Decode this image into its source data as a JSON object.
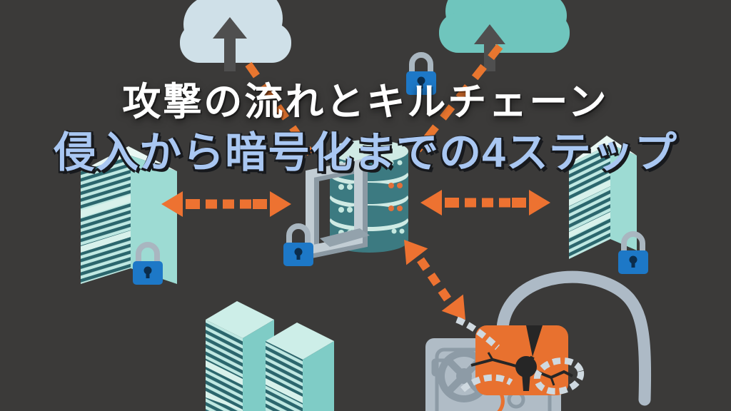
{
  "title": {
    "line1": "攻撃の流れとキルチェーン",
    "line2": "侵入から暗号化までの4ステップ",
    "line1_color": "#ffffff",
    "line2_color": "#a9c7f2"
  },
  "scene": {
    "background_color": "#3b3a39",
    "accent_orange": "#ed7231",
    "server_teal_dark": "#2b666d",
    "server_teal_light": "#bfe8e2",
    "cloud_left_color": "#cfe0e8",
    "cloud_right_color": "#6fc5bd",
    "lock_blue": "#1d78c7",
    "lock_shackle_gray": "#a9b6c0",
    "database_band_color": "#3c7a81",
    "database_separator_color": "#cfeae4",
    "safe_gray": "#b0bcc6",
    "broken_lock_orange": "#e8712f",
    "chain_gray": "#cfd9e0",
    "elements": [
      "cloud-upload-left-icon",
      "cloud-upload-right-icon",
      "dashed-link-left-cloud",
      "dashed-link-right-cloud",
      "padlock-top-center-icon",
      "server-tower-left-icon",
      "server-tower-right-icon",
      "server-rack-pair-bottom-icon",
      "database-stack-icon",
      "rack-frame-icon",
      "padlock-left-server-icon",
      "padlock-database-icon",
      "padlock-right-server-icon",
      "double-arrow-left",
      "double-arrow-right",
      "double-arrow-diagonal",
      "safe-vault-icon",
      "broken-padlock-icon",
      "chains-icon"
    ]
  }
}
